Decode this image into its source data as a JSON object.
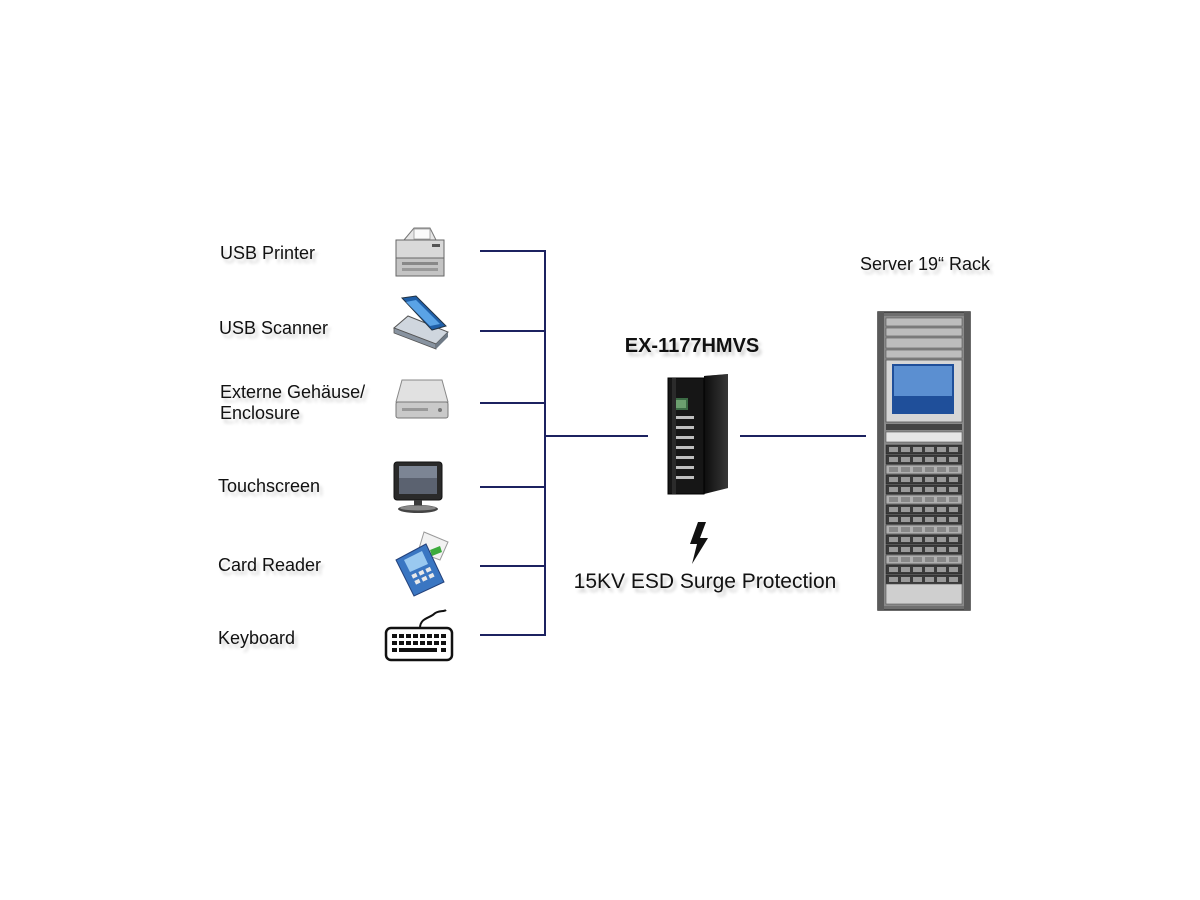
{
  "devices": [
    {
      "label": "USB Printer",
      "icon": "printer-icon"
    },
    {
      "label": "USB Scanner",
      "icon": "scanner-icon"
    },
    {
      "label_line1": "Externe Gehäuse/",
      "label_line2": "Enclosure",
      "icon": "hard-drive-enclosure-icon"
    },
    {
      "label": "Touchscreen",
      "icon": "touchscreen-icon"
    },
    {
      "label": "Card Reader",
      "icon": "card-reader-icon"
    },
    {
      "label": "Keyboard",
      "icon": "keyboard-icon"
    }
  ],
  "hub": {
    "model": "EX-1177HMVS",
    "icon": "usb-hub-icon"
  },
  "esd": {
    "text": "15KV ESD Surge Protection",
    "icon": "lightning-bolt-icon"
  },
  "server": {
    "label": "Server 19“ Rack",
    "icon": "server-rack-icon"
  },
  "colors": {
    "connector_line": "#1c2260",
    "background": "#ffffff"
  }
}
